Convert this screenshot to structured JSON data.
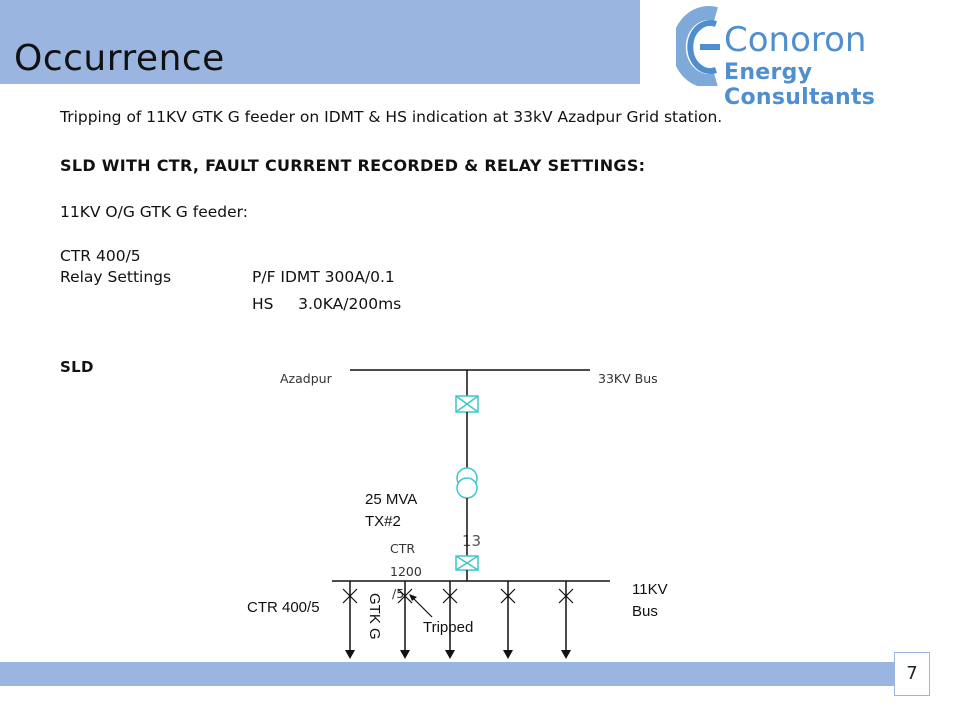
{
  "slide": {
    "title": "Occurrence",
    "page_number": "7"
  },
  "logo": {
    "name": "Conoron",
    "subtitle": "Energy Consultants",
    "color": "#4f8fcf"
  },
  "body": {
    "intro": "Tripping of 11KV GTK G feeder on IDMT & HS indication at 33kV Azadpur Grid station.",
    "heading": "SLD WITH CTR, FAULT CURRENT RECORDED & RELAY SETTINGS:",
    "feeder_label": "11KV O/G GTK G feeder:",
    "ctr": "CTR 400/5",
    "relay_label": "Relay Settings",
    "relay_pf": "P/F IDMT 300A/0.1",
    "relay_hs": "HS     3.0KA/200ms",
    "sld_label": "SLD"
  },
  "diagram": {
    "bus33_left_label": "Azadpur",
    "bus33_right_label": "33KV Bus",
    "transformer_rating": "25 MVA",
    "transformer_name": "TX#2",
    "transformer_ctr_1": "CTR",
    "transformer_ctr_2": "1200",
    "transformer_ctr_3": "/5",
    "bus11_label_1": "11KV",
    "bus11_label_2": "Bus",
    "feeder_ctr": "CTR 400/5",
    "feeder_name": "GTK G",
    "tripped_label": "Tripped",
    "mark_13": "13",
    "accent_color": "#3cc8c8"
  },
  "colors": {
    "band": "#9ab5df"
  }
}
